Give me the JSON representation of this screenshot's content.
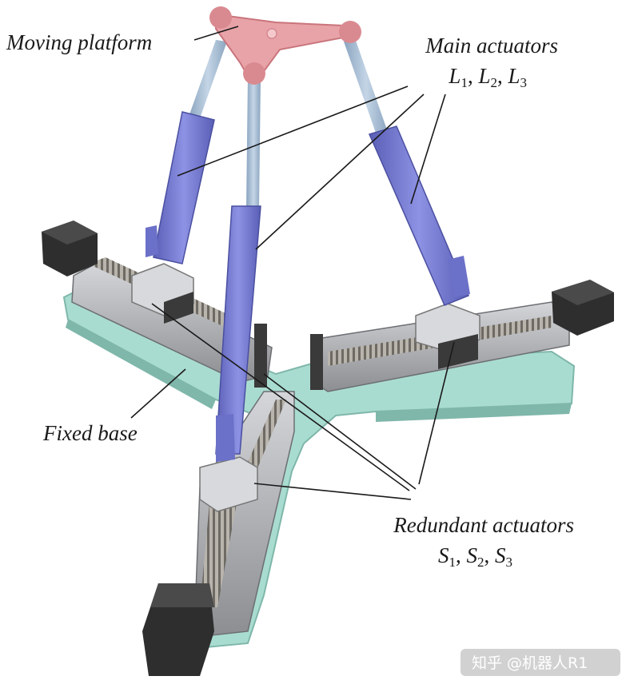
{
  "labels": {
    "moving_platform": "Moving platform",
    "main_actuators": "Main actuators",
    "fixed_base": "Fixed base",
    "redundant_actuators": "Redundant actuators"
  },
  "symbols": {
    "main": [
      {
        "letter": "L",
        "index": "1"
      },
      {
        "letter": "L",
        "index": "2"
      },
      {
        "letter": "L",
        "index": "3"
      }
    ],
    "redundant": [
      {
        "letter": "S",
        "index": "1"
      },
      {
        "letter": "S",
        "index": "2"
      },
      {
        "letter": "S",
        "index": "3"
      }
    ],
    "separator": ", "
  },
  "watermark": "知乎 @机器人R1",
  "colors": {
    "base": "#a9dcd0",
    "base_dark": "#7fb7aa",
    "rail": "#b7b9bd",
    "rail_dark": "#6c6e72",
    "screw": "#8d8a84",
    "actuator": "#7f84d9",
    "actuator_dark": "#5a5fb6",
    "rod": "#a9bfd6",
    "platform": "#e8a3a8",
    "platform_dark": "#c9757c",
    "motor": "#2e2e2e",
    "leader": "#1a1a1a"
  }
}
